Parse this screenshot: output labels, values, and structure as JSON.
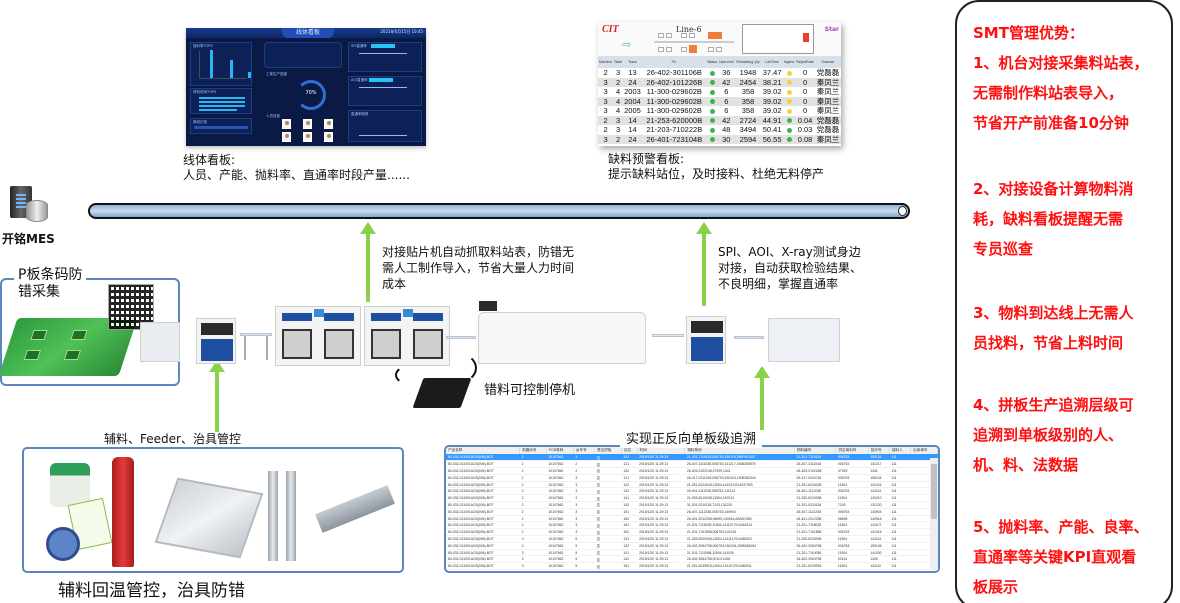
{
  "line_board": {
    "title": "线体看板",
    "date": "2021年6月15日 10:45",
    "gauge_value": "70%",
    "caption_title": "线体看板:",
    "caption_body": "人员、产能、抛料率、直通率时段产量......",
    "panel_labels": {
      "top_bars": "抛料率TOP5",
      "h_bars": "停机时间TOP5",
      "table": "换线记录",
      "production": "工单生产进度",
      "people": "人员信息",
      "spi_chart": "SPI直通率",
      "aoi_chart": "AOI直通率",
      "yield_chart": "直通率趋势"
    }
  },
  "shortage_board": {
    "logo": "CIT",
    "line_title": "Line-6",
    "corner_brand": "Star",
    "columns": [
      "Machine",
      "Table",
      "Trace",
      "Pn.",
      "Status",
      "UseLevel",
      "Remaining Qty",
      "LeftTime",
      "Ingenz",
      "RejectRate",
      "Scanner"
    ],
    "rows": [
      {
        "machine": "2",
        "table": "3",
        "trace": "13",
        "pn": "26-402-301106B",
        "status": "green",
        "level": "36",
        "qty": "1948",
        "left": "37.47",
        "ind": "yellow",
        "reject": "0",
        "scanner": "党磊磊"
      },
      {
        "machine": "3",
        "table": "2",
        "trace": "24",
        "pn": "26-402-101226B",
        "status": "green",
        "level": "42",
        "qty": "2454",
        "left": "38.21",
        "ind": "yellow",
        "reject": "0",
        "scanner": "秦凤兰"
      },
      {
        "machine": "3",
        "table": "4",
        "trace": "2003",
        "pn": "11-300-029602B",
        "status": "green",
        "level": "6",
        "qty": "358",
        "left": "39.02",
        "ind": "yellow",
        "reject": "0",
        "scanner": "秦凤兰"
      },
      {
        "machine": "3",
        "table": "4",
        "trace": "2004",
        "pn": "11-300-029602B",
        "status": "green",
        "level": "6",
        "qty": "358",
        "left": "39.02",
        "ind": "yellow",
        "reject": "0",
        "scanner": "秦凤兰"
      },
      {
        "machine": "3",
        "table": "4",
        "trace": "2005",
        "pn": "11-300-029602B",
        "status": "green",
        "level": "6",
        "qty": "358",
        "left": "39.02",
        "ind": "yellow",
        "reject": "0",
        "scanner": "秦凤兰"
      },
      {
        "machine": "2",
        "table": "3",
        "trace": "14",
        "pn": "21-253-620000B",
        "status": "green",
        "level": "42",
        "qty": "2724",
        "left": "44.91",
        "ind": "green",
        "reject": "0.04",
        "scanner": "党磊磊"
      },
      {
        "machine": "2",
        "table": "3",
        "trace": "14",
        "pn": "21-203-710222B",
        "status": "green",
        "level": "48",
        "qty": "3494",
        "left": "50.41",
        "ind": "green",
        "reject": "0.03",
        "scanner": "党磊磊"
      },
      {
        "machine": "3",
        "table": "2",
        "trace": "24",
        "pn": "26-401-723104B",
        "status": "green",
        "level": "30",
        "qty": "2594",
        "left": "56.55",
        "ind": "green",
        "reject": "0.08",
        "scanner": "秦凤兰"
      }
    ],
    "caption_title": "缺料预警看板:",
    "caption_body": "提示缺料站位，及时接料、杜绝无料停产"
  },
  "mes": {
    "label": "开铭MES"
  },
  "annotations": {
    "placement": [
      "对接贴片机自动抓取料站表，防错无",
      "需人工制作导入，节省大量人力时间",
      "成本"
    ],
    "inspection": [
      "SPI、AOI、X-ray测试身边",
      "对接，自动获取检验结果、",
      "不良明细，掌握直通率"
    ],
    "stop_control": "错料可控制停机"
  },
  "pcb_box": {
    "label_line1": "P板条码防",
    "label_line2": "错采集"
  },
  "aux_box": {
    "label": "辅料、Feeder、治具管控",
    "caption": "辅料回温管控，治具防错"
  },
  "trace_box": {
    "label": "实现正反向单板级追溯",
    "columns": [
      "产品名称",
      "机器序号",
      "PCB条码",
      "台车号",
      "是否拼板",
      "站位",
      "时间",
      "物料条码",
      "物料编号",
      "供应商料号",
      "批次号",
      "接料人",
      "出库单号"
    ],
    "rows": [
      [
        "80-032-011001ACB(006)-BOT",
        "2",
        "10107662",
        "1",
        "否",
        "131",
        "2015/1/20 11:29:13",
        "21-201-7119128,006753,150116,350F00140T",
        "21-201-7119128",
        "006753",
        "150116",
        "111",
        ""
      ],
      [
        "80-032-011001ACB(006)-BOT",
        "2",
        "10107662",
        "2",
        "否",
        "131",
        "2015/1/20 11:29:13",
        "26-407-3111048,006753,141217,1508350875",
        "26-407-3111048",
        "006753",
        "141217",
        "111",
        ""
      ],
      [
        "80-032-011001ACB(006)-BOT",
        "2",
        "10107662",
        "2",
        "否",
        "132",
        "2015/1/20 11:29:13",
        "26-403-2102248,47929,1441",
        "26-403-2102248",
        "47929",
        "1441",
        "111",
        ""
      ],
      [
        "80-032-011001ACB(006)-BOT",
        "2",
        "10107662",
        "3",
        "否",
        "121",
        "2015/1/20 11:29:13",
        "26-417-0211018,006753,150104,1508352244",
        "26-417-0211018",
        "006753",
        "150104",
        "111",
        ""
      ],
      [
        "80-032-011001ACB(006)-BOT",
        "2",
        "10107662",
        "3",
        "否",
        "122",
        "2015/1/20 11:29:13",
        "21-251-6224028,11504,141024,R14437303",
        "21-251-6224028",
        "11504",
        "141024",
        "111",
        ""
      ],
      [
        "80-032-011001ACB(006)-BOT",
        "2",
        "10107662",
        "3",
        "否",
        "132",
        "2015/1/20 11:29:13",
        "26-401-1111038,006753,141114",
        "26-401-1111038",
        "006753",
        "141114",
        "111",
        ""
      ],
      [
        "80-032-011001ACB(006)-BOT",
        "2",
        "10107662",
        "3",
        "否",
        "141",
        "2015/1/20 11:29:13",
        "21-253-6210038,11504,140210",
        "21-253-6210038",
        "11504",
        "140210",
        "111",
        ""
      ],
      [
        "80-032-011001ACB(006)-BOT",
        "2",
        "10107662",
        "3",
        "否",
        "142",
        "2015/1/20 11:29:13",
        "31-201-0210118,7243,131220",
        "31-201-0210118",
        "7243",
        "131220",
        "111",
        ""
      ],
      [
        "80-032-011001ACB(006)-BOT",
        "2",
        "10107662",
        "3",
        "否",
        "151",
        "2015/1/20 11:29:13",
        "26-407-1112238,006753,140904",
        "26-407-1112238",
        "006753",
        "140904",
        "111",
        ""
      ],
      [
        "80-032-011001ACB(006)-BOT",
        "2",
        "10107662",
        "3",
        "否",
        "152",
        "2015/1/20 11:29:13",
        "26-401-2012258,06695,140916,AA9GGND",
        "26-401-2012258",
        "06695",
        "140916",
        "111",
        ""
      ],
      [
        "80-032-011001ACB(006)-BOT",
        "2",
        "10107662",
        "3",
        "否",
        "161",
        "2015/1/20 11:29:13",
        "21-201-7118028,11504,141107,R14452314",
        "21-201-7118028",
        "11504",
        "141107",
        "111",
        ""
      ],
      [
        "80-032-011001ACB(006)-BOT",
        "2",
        "10107662",
        "3",
        "否",
        "162",
        "2015/1/20 11:29:13",
        "21-201-7101858,006753,141016",
        "21-201-7101858",
        "006753",
        "141016",
        "111",
        ""
      ],
      [
        "80-032-011001ACB(006)-BOT",
        "3",
        "10107662",
        "5",
        "否",
        "131",
        "2015/1/20 11:29:13",
        "21-253-6200008,11504,141114,R14460422",
        "21-253-6200008",
        "11504",
        "141114",
        "111",
        ""
      ],
      [
        "80-032-011001ACB(006)-BOT",
        "3",
        "10107662",
        "5",
        "否",
        "132",
        "2015/1/20 11:29:13",
        "26-402-3054758,006753,150106,1508354054",
        "26-402-3054758",
        "006753",
        "150106",
        "111",
        ""
      ],
      [
        "80-032-011001ACB(006)-BOT",
        "3",
        "10107662",
        "5",
        "否",
        "141",
        "2015/1/20 11:29:13",
        "21-201-7110058,11504,141030",
        "21-201-7110058",
        "11504",
        "141030",
        "111",
        ""
      ],
      [
        "80-032-011001ACB(006)-BOT",
        "3",
        "10107662",
        "5",
        "否",
        "142",
        "2015/1/20 11:29:13",
        "26-402-3064758,00114,1426",
        "26-402-3064758",
        "00114",
        "1426",
        "111",
        ""
      ],
      [
        "80-032-011001ACB(006)-BOT",
        "3",
        "10107662",
        "5",
        "否",
        "151",
        "2015/1/20 11:29:13",
        "21-251-6249918,11504,141110,R14462911",
        "21-251-6249918",
        "11504",
        "141110",
        "111",
        ""
      ],
      [
        "80-032-011001ACB(006)-BOT",
        "4",
        "10107662",
        "10",
        "否",
        "111",
        "2015/1/20 11:29:13",
        "21-202-7102778,11504,141121",
        "21-202-7102778",
        "11504",
        "141121",
        "111",
        ""
      ]
    ]
  },
  "advantages": {
    "title": "SMT管理优势：",
    "items": [
      [
        "1、机台对接采集料站表，",
        "无需制作料站表导入，",
        "节省开产前准备10分钟"
      ],
      [
        "2、对接设备计算物料消",
        "耗，缺料看板提醒无需",
        "专员巡查"
      ],
      [
        "3、物料到达线上无需人",
        "员找料，节省上料时间"
      ],
      [
        "4、拼板生产追溯层级可",
        "追溯到单板级别的人、",
        "机、料、法数据"
      ],
      [
        "5、抛料率、产能、良率、",
        "直通率等关键KPI直观看",
        "板展示"
      ]
    ]
  },
  "colors": {
    "accent_red": "#ff1010",
    "arrow_green": "#8bd14a",
    "frame_blue": "#5b86c2",
    "dashboard_bg": "#0a1a45"
  }
}
